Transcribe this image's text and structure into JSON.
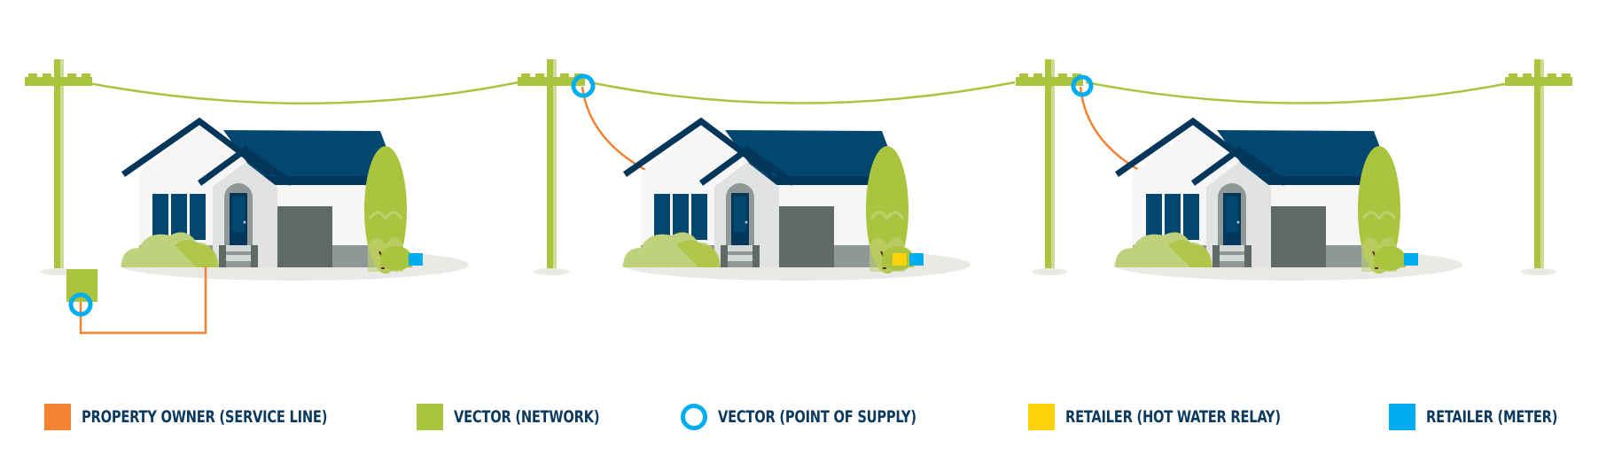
{
  "colors": {
    "property_owner": "#f58232",
    "vector_network": "#abc43f",
    "vector_point_of_supply": "#00aeef",
    "retailer_hot_water_relay": "#fcd30a",
    "retailer_meter": "#00aeef",
    "label_text": "#0b3a5e"
  },
  "diagram": {
    "poles": 4,
    "houses": [
      {
        "supply": "underground",
        "point_of_supply_location": "ground pillar box",
        "has_hot_water_relay": false,
        "has_meter": true
      },
      {
        "supply": "overhead",
        "point_of_supply_location": "pole",
        "has_hot_water_relay": true,
        "has_meter": true
      },
      {
        "supply": "overhead",
        "point_of_supply_location": "pole",
        "has_hot_water_relay": false,
        "has_meter": true
      }
    ]
  },
  "legend": [
    {
      "key": "property_owner",
      "label": "PROPERTY OWNER (SERVICE LINE)",
      "shape": "square"
    },
    {
      "key": "vector_network",
      "label": "VECTOR (NETWORK)",
      "shape": "square"
    },
    {
      "key": "vector_point_of_supply",
      "label": "VECTOR (POINT OF SUPPLY)",
      "shape": "ring"
    },
    {
      "key": "retailer_hot_water_relay",
      "label": "RETAILER (HOT WATER RELAY)",
      "shape": "square"
    },
    {
      "key": "retailer_meter",
      "label": "RETAILER (METER)",
      "shape": "square"
    }
  ]
}
